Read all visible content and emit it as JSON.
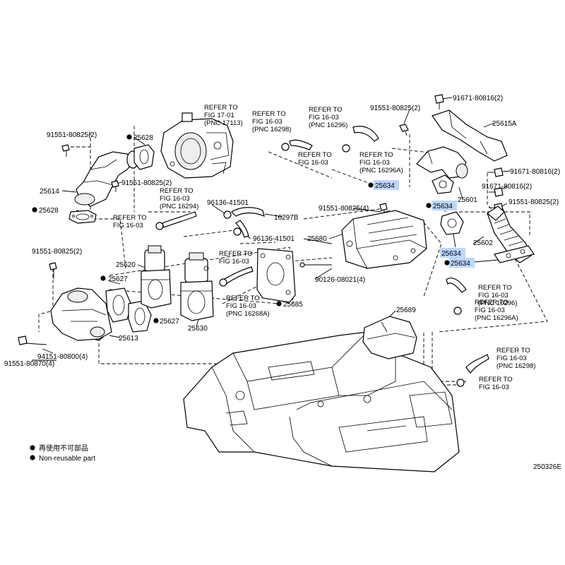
{
  "diagram_code": "250326E",
  "legend": {
    "line1": "再使用不可部品",
    "line2": "Non-reusable part"
  },
  "labels": {
    "p25628a": "25628",
    "p25628b": "25628",
    "p25614": "25614",
    "p91551_2a": "91551-80825(2)",
    "p91551_2b": "91551-80825(2)",
    "p91551_2c": "91551-80825(2)",
    "p91551_2d": "91551-80825(2)",
    "p91551_2e": "91551-80825(2)",
    "p91551_4": "91551-80825(4)",
    "p91551_870": "91551-80870(4)",
    "p94151": "94151-80800(4)",
    "p25613": "25613",
    "p25627a": "25627",
    "p25627b": "25627",
    "p25620": "25620",
    "p25630": "25630",
    "p96136a": "96136-41501",
    "p96136b": "96136-41501",
    "p16297b": "16297B",
    "p25685": "25685",
    "p90126": "90126-08021(4)",
    "p25680": "25680",
    "p25634a": "25634",
    "p25634b": "25634",
    "p25634c": "25634",
    "p25634d": "25634",
    "p25601": "25601",
    "p25602": "25602",
    "p25615a": "25615A",
    "p91671_a": "91671-80816(2)",
    "p91671_b": "91671-80816(2)",
    "p91671_c": "91671-80816(2)",
    "p25689": "25689"
  },
  "refs": {
    "r1": [
      "REFER TO",
      "FIG 17-01",
      "(PNC 17113)"
    ],
    "r2": [
      "REFER TO",
      "FIG 16-03",
      "(PNC 16298)"
    ],
    "r3": [
      "REFER TO",
      "FIG 16-03",
      "(PNC 16296)"
    ],
    "r4": [
      "REFER TO",
      "FIG 16-03"
    ],
    "r5": [
      "REFER TO",
      "FIG 16-03",
      "(PNC 16296A)"
    ],
    "r6": [
      "REFER TO",
      "FIG 16-03",
      "(PNC 16294)"
    ],
    "r7": [
      "REFER TO",
      "FIG 16-03"
    ],
    "r8": [
      "REFER TO",
      "FIG 16-03"
    ],
    "r9": [
      "REFER TO",
      "FIG 16-03",
      "(PNC 16268A)"
    ],
    "r10": [
      "REFER TO",
      "FIG 16-03",
      "(PNC 16296)"
    ],
    "r11": [
      "REFER TO",
      "FIG 16-03",
      "(PNC 16296A)"
    ],
    "r12": [
      "REFER TO",
      "FIG 16-03",
      "(PNC 16298)"
    ],
    "r13": [
      "REFER TO",
      "FIG 16-03"
    ]
  }
}
